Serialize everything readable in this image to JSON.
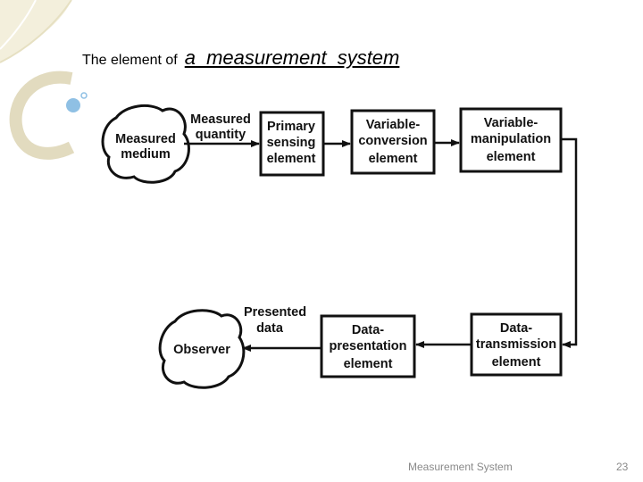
{
  "slide": {
    "title_prefix": "The element of",
    "title_main": "a  measurement  system",
    "footer": "Measurement System",
    "page_number": "23"
  },
  "diagram": {
    "measured_medium": [
      "Measured",
      "medium"
    ],
    "measured_quantity": [
      "Measured",
      "quantity"
    ],
    "primary_sensing": [
      "Primary",
      "sensing",
      "element"
    ],
    "variable_conversion": [
      "Variable-",
      "conversion",
      "element"
    ],
    "variable_manipulation": [
      "Variable-",
      "manipulation",
      "element"
    ],
    "data_transmission": [
      "Data-",
      "transmission",
      "element"
    ],
    "data_presentation": [
      "Data-",
      "presentation",
      "element"
    ],
    "presented_data": [
      "Presented",
      "data"
    ],
    "observer": "Observer"
  },
  "colors": {
    "accent_beige": "#e6e0c2",
    "accent_blue": "#8fc0e4",
    "diagram_ink": "#111111",
    "footer_text": "#8a8a8a"
  }
}
